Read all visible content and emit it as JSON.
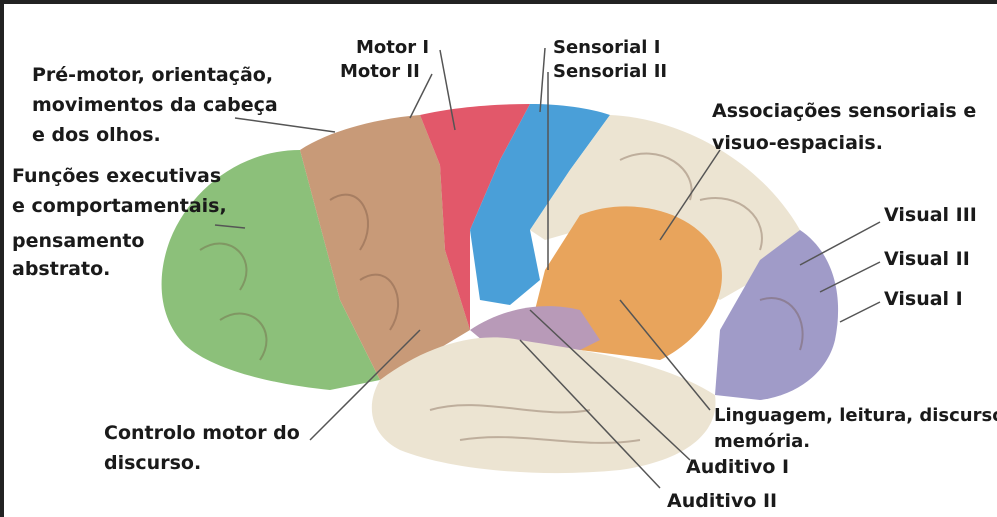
{
  "labels": {
    "premotor_1": "Pré-motor, orientação,",
    "premotor_2": "movimentos da cabeça",
    "premotor_3": "e dos olhos.",
    "motor1": "Motor I",
    "motor2": "Motor II",
    "sensorial1": "Sensorial I",
    "sensorial2": "Sensorial II",
    "assoc_1": "Associações sensoriais e",
    "assoc_2": "visuo-espaciais.",
    "exec_1": "Funções executivas",
    "exec_2": "e comportamentais,",
    "exec_3": "pensamento",
    "exec_4": "abstrato.",
    "visual3": "Visual III",
    "visual2": "Visual II",
    "visual1": "Visual I",
    "speech_1": "Controlo motor do",
    "speech_2": "discurso.",
    "lang_1": "Linguagem, leitura, discurso,",
    "lang_2": "memória.",
    "auditory1": "Auditivo I",
    "auditory2": "Auditivo II"
  },
  "colors": {
    "frontal_green": "#8cc07a",
    "premotor_tan": "#c89a78",
    "motor_red": "#e2586a",
    "sensory_blue": "#4a9fd8",
    "parietal_cream": "#ece4d2",
    "association_orange": "#e8a45c",
    "auditory_purple": "#b89ab8",
    "visual_lavender": "#a09bc8",
    "temporal_cream": "#ece4d2",
    "leader_line": "#555555"
  }
}
